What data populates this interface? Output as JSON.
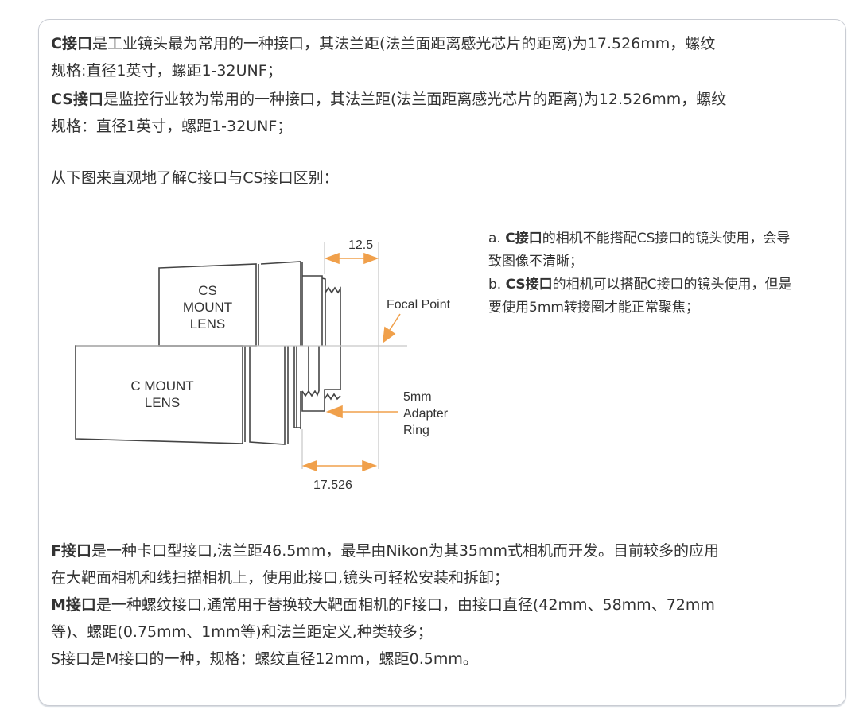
{
  "paragraphs": {
    "c_mount": {
      "bold": "C接口",
      "line1": "是工业镜头最为常用的一种接口，其法兰距(法兰面距离感光芯片的距离)为17.526mm，螺纹",
      "line2": "规格:直径1英寸，螺距1-32UNF；"
    },
    "cs_mount": {
      "bold": "CS接口",
      "line1": "是监控行业较为常用的一种接口，其法兰距(法兰面距离感光芯片的距离)为12.526mm，螺纹",
      "line2": "规格：直径1英寸，螺距1-32UNF；"
    },
    "intro": "从下图来直观地了解C接口与CS接口区别：",
    "f_mount": {
      "bold": "F接口",
      "line1": "是一种卡口型接口,法兰距46.5mm，最早由Nikon为其35mm式相机而开发。目前较多的应用",
      "line2": "在大靶面相机和线扫描相机上，使用此接口,镜头可轻松安装和拆卸；"
    },
    "m_mount": {
      "bold": "M接口",
      "line1": "是一种螺纹接口,通常用于替换较大靶面相机的F接口，由接口直径(42mm、58mm、72mm",
      "line2": "等)、螺距(0.75mm、1mm等)和法兰距定义,种类较多；"
    },
    "s_mount": "S接口是M接口的一种，规格：螺纹直径12mm，螺距0.5mm。"
  },
  "notes": {
    "a": {
      "prefix": "a. ",
      "bold": "C接口",
      "line1": "的相机不能搭配CS接口的镜头使用，会导",
      "line2": "致图像不清晰；"
    },
    "b": {
      "prefix": "b. ",
      "bold": "CS接口",
      "line1": "的相机可以搭配C接口的镜头使用，但是",
      "line2": "要使用5mm转接圈才能正常聚焦；"
    }
  },
  "diagram": {
    "cs_label": [
      "CS",
      "MOUNT",
      "LENS"
    ],
    "c_label": [
      "C MOUNT",
      "LENS"
    ],
    "dim_cs": "12.5",
    "dim_c": "17.526",
    "focal_point": "Focal Point",
    "adapter": [
      "5mm",
      "Adapter",
      "Ring"
    ],
    "accent_color": "#f0a04b"
  }
}
